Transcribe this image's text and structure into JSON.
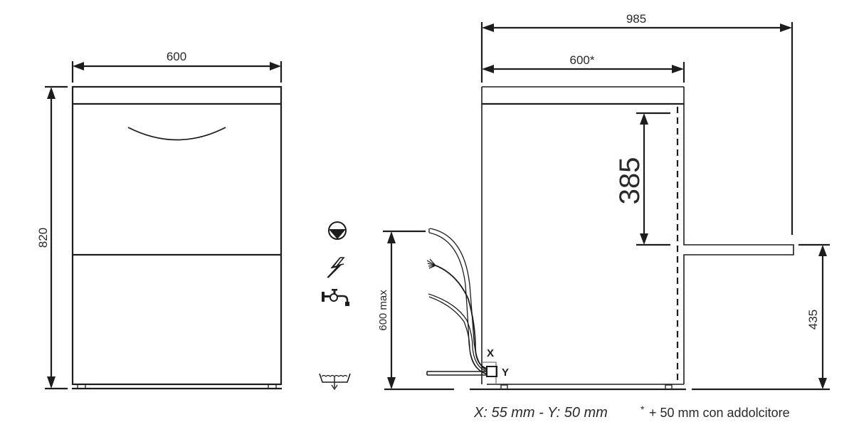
{
  "front_view": {
    "width_label": "600",
    "height_label": "820"
  },
  "side_view": {
    "total_depth_label": "985",
    "depth_label": "600*",
    "door_clearance_label": "385",
    "door_height_label": "435",
    "connection_height_label": "600 max",
    "x_marker": "X",
    "y_marker": "Y"
  },
  "connection_icons": [
    {
      "name": "drain-pump-icon",
      "meaning": "drain pump"
    },
    {
      "name": "electrical-supply-icon",
      "meaning": "electrical supply"
    },
    {
      "name": "water-inlet-tap-icon",
      "meaning": "water inlet"
    },
    {
      "name": "floor-drain-icon",
      "meaning": "floor drain"
    }
  ],
  "captions": {
    "xy_dimensions": "X: 55 mm - Y: 50 mm",
    "footnote_star": "*",
    "footnote_text": "+ 50 mm con addolcitore"
  },
  "colors": {
    "line": "#1d1d1b",
    "text": "#2a2a2a",
    "background": "#ffffff"
  }
}
